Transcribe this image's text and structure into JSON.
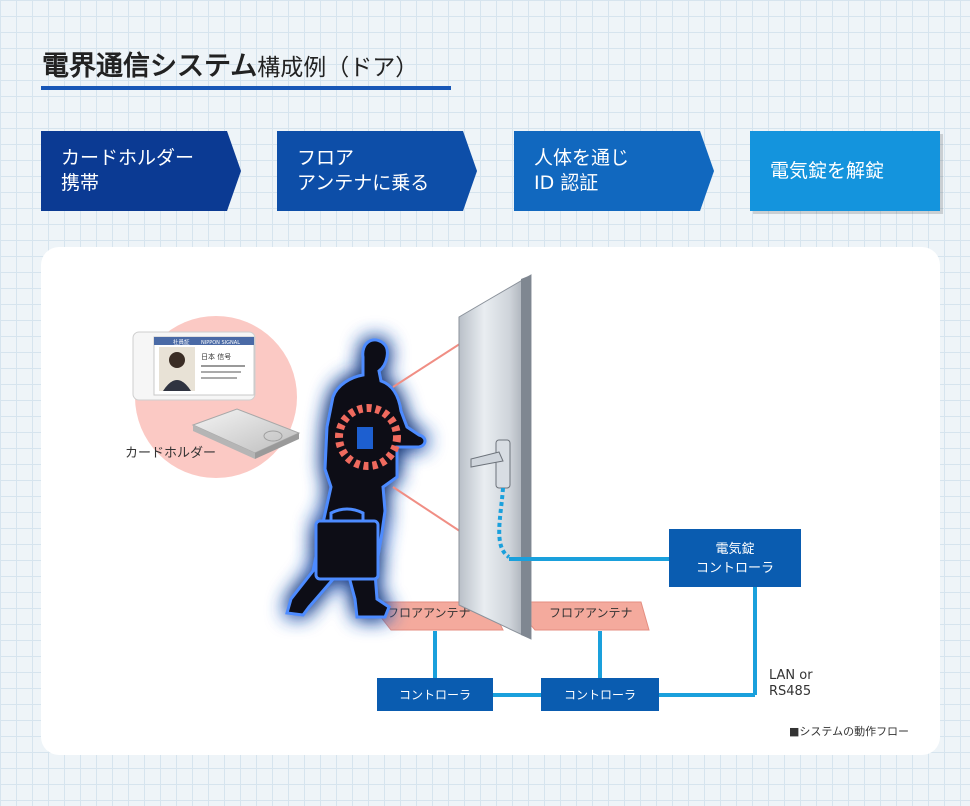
{
  "header": {
    "title_bold": "電界通信システム",
    "title_rest": "構成例（ドア）"
  },
  "steps": [
    {
      "label": "カードホルダー\n携帯"
    },
    {
      "label": "フロア\nアンテナに乗る"
    },
    {
      "label": "人体を通じ\nID 認証"
    },
    {
      "label": "電気錠を解錠"
    }
  ],
  "diagram": {
    "card_holder_label": "カードホルダー",
    "card": {
      "header": "社員証",
      "brand": "NIPPON SIGNAL",
      "name": "日本 信号"
    },
    "lock_controller": {
      "line1": "電気錠",
      "line2": "コントローラ"
    },
    "floor_antenna_left": "フロアアンテナ",
    "floor_antenna_right": "フロアアンテナ",
    "controller_left": "コントローラ",
    "controller_right": "コントローラ",
    "network_line1": "LAN or",
    "network_line2": "RS485",
    "caption": "■システムの動作フロー"
  },
  "colors": {
    "step1": "#0b3a93",
    "step2": "#0d4ea8",
    "step3": "#1168bf",
    "step4": "#1494dd",
    "box_blue": "#0a5cb0",
    "connector_cyan": "#1aa0dc",
    "antenna_pink": "#f2a79b",
    "glow_blue": "#3d7cff",
    "signal_red": "#ef6a5e"
  }
}
